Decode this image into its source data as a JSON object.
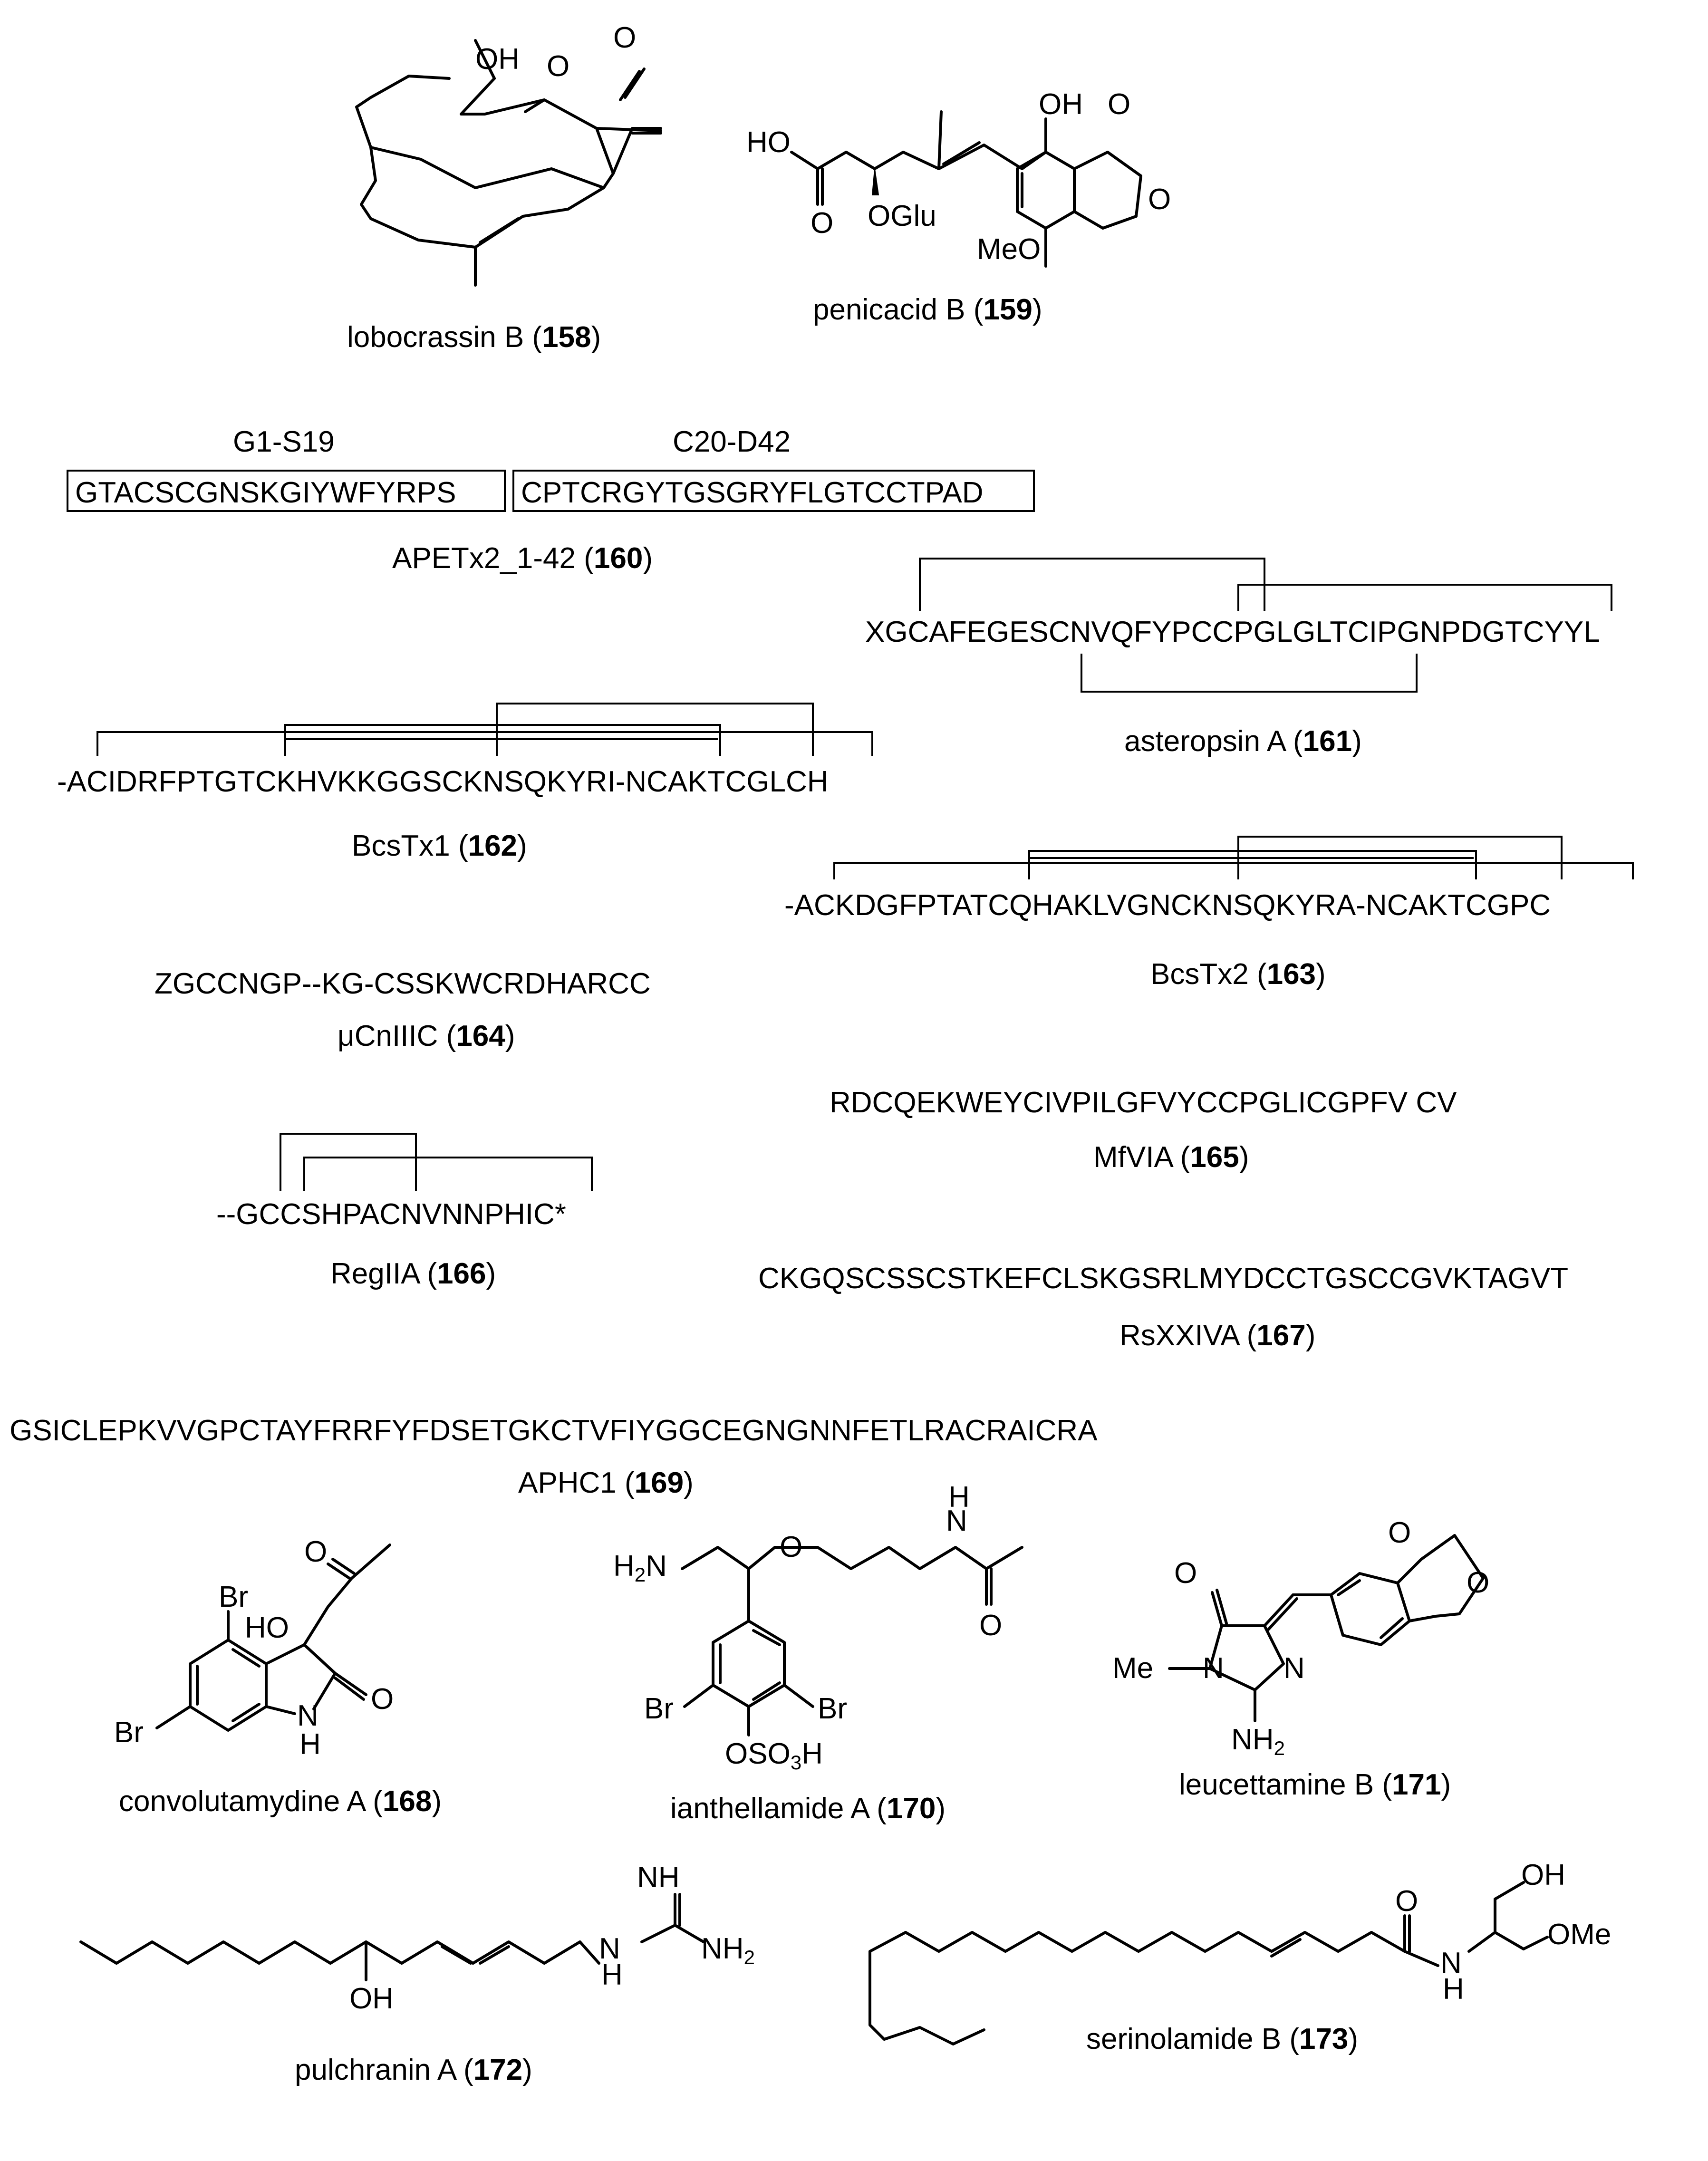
{
  "compounds": [
    {
      "id": "158",
      "name": "lobocrassin B",
      "atoms": {
        "oh": "OH",
        "o_ring": "O",
        "o_carbonyl": "O"
      }
    },
    {
      "id": "159",
      "name": "penicacid B",
      "atoms": {
        "ho": "HO",
        "o_acid": "O",
        "oglu": "OGlu",
        "oh": "OH",
        "o_lactone_co": "O",
        "o_lactone": "O",
        "meo": "MeO"
      }
    },
    {
      "id": "160",
      "name": "APETx2_1-42",
      "segments": [
        {
          "label": "G1-S19",
          "sequence": "GTACSCGNSKGIYWFYRPS"
        },
        {
          "label": "C20-D42",
          "sequence": "CPTCRGYTGSGRYFLGTCCTPAD"
        }
      ]
    },
    {
      "id": "161",
      "name": "asteropsin A",
      "sequence": "XGCAFEGESCNVQFYPCCPGLGLTCIPGNPDGTCYYL"
    },
    {
      "id": "162",
      "name": "BcsTx1",
      "sequence": "-ACIDRFPTGTCKHVKKGGSCKNSQKYRI-NCAKTCGLCH"
    },
    {
      "id": "163",
      "name": "BcsTx2",
      "sequence": "-ACKDGFPTATCQHAKLVGNCKNSQKYRA-NCAKTCGPC"
    },
    {
      "id": "164",
      "name": "CnIIIC",
      "prefix": "μ",
      "sequence": "ZGCCNGP--KG-CSSKWCRDHARCC"
    },
    {
      "id": "165",
      "name": "MfVIA",
      "sequence": "RDCQEKWEYCIVPILGFVYCCPGLICGPFV CV"
    },
    {
      "id": "166",
      "name": "RegIIA",
      "sequence": "--GCCSHPACNVNNPHIC*"
    },
    {
      "id": "167",
      "name": "RsXXIVA",
      "sequence": "CKGQSCSSCSTKEFCLSKGSRLMYDCCTGSCCGVKTAGVT"
    },
    {
      "id": "169",
      "name": "APHC1",
      "sequence": "GSICLEPKVVGPCTAYFRRFYFDSETGKCTVFIYGGCEGNGNNFETLRACRAICRA"
    },
    {
      "id": "168",
      "name": "convolutamydine A",
      "atoms": {
        "br1": "Br",
        "br2": "Br",
        "ho": "HO",
        "o_ketone": "O",
        "o_amide": "O",
        "n": "N",
        "h": "H"
      }
    },
    {
      "id": "170",
      "name": "ianthellamide A",
      "atoms": {
        "h2n": "H2N",
        "o_ether": "O",
        "nh_n": "N",
        "nh_h": "H",
        "o_amide": "O",
        "br1": "Br",
        "br2": "Br",
        "oso3h": "OSO3H"
      }
    },
    {
      "id": "171",
      "name": "leucettamine B",
      "atoms": {
        "o_ring1": "O",
        "o_ring2": "O",
        "o_carbonyl": "O",
        "me": "Me",
        "n1": "N",
        "n2": "N",
        "nh2": "NH2"
      }
    },
    {
      "id": "172",
      "name": "pulchranin A",
      "atoms": {
        "oh": "OH",
        "nh_top": "NH",
        "nh2": "NH2",
        "n": "N",
        "h": "H"
      }
    },
    {
      "id": "173",
      "name": "serinolamide B",
      "atoms": {
        "o": "O",
        "oh": "OH",
        "ome": "OMe",
        "n": "N",
        "h": "H"
      }
    }
  ]
}
